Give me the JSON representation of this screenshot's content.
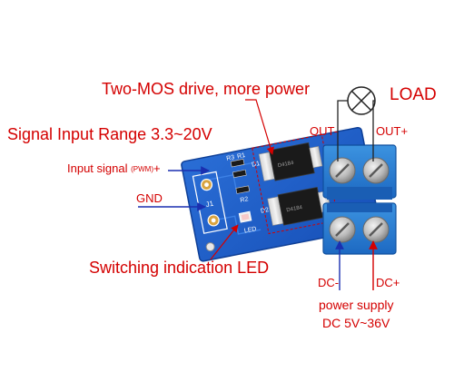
{
  "labels": {
    "title_top": "Two-MOS drive, more power",
    "signal_range": "Signal Input Range  3.3~20V",
    "input_signal_text": "Input signal ",
    "input_signal_pwm": "(PWM)",
    "input_signal_plus": "+",
    "gnd": "GND",
    "switch_led": "Switching indication LED",
    "load": "LOAD",
    "out_minus": "OUT-",
    "out_plus": "OUT+",
    "dc_minus": "DC-",
    "dc_plus": "DC+",
    "power_supply": "power supply",
    "dc_range": "DC 5V~36V"
  },
  "silkscreen": {
    "r3": "R3",
    "r1": "R1",
    "r2": "R2",
    "d1": "D1",
    "d2": "D2",
    "j1": "J1",
    "led": "LED",
    "chip_top": "D4184",
    "chip_bottom": "D4184"
  },
  "colors": {
    "label_red": "#d40000",
    "pcb_blue": "#1a5fc8",
    "terminal_blue": "#2a7fd0",
    "arrow_blue": "#1a2fb0"
  },
  "icons": {
    "load": "load-lamp-icon"
  }
}
